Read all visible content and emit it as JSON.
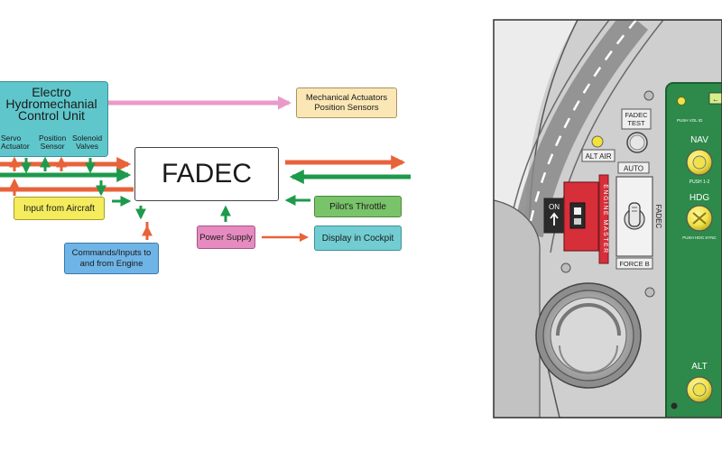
{
  "diagram": {
    "ehcu": {
      "title_line1": "Electro",
      "title_line2": "Hydromechanial",
      "title_line3": "Control Unit",
      "servo_line1": "Servo",
      "servo_line2": "Actuator",
      "position_line1": "Position",
      "position_line2": "Sensor",
      "solenoid_line1": "Solenoid",
      "solenoid_line2": "Valves"
    },
    "mechanical_line1": "Mechanical Actuators",
    "mechanical_line2": "Position Sensors",
    "fadec": "FADEC",
    "input_from_aircraft": "Input from Aircraft",
    "pilots_throttle": "Pilot's Throttle",
    "power_supply": "Power Supply",
    "display_in_cockpit": "Display in Cockpit",
    "commands_line1": "Commands/Inputs to",
    "commands_line2": "and from Engine",
    "colors": {
      "orange": "#e8623a",
      "green": "#1d9a4b",
      "pink": "#e99ac8"
    }
  },
  "panel": {
    "fadec_test_line1": "FADEC",
    "fadec_test_line2": "TEST",
    "alt_air": "ALT AIR",
    "auto": "AUTO",
    "on": "ON",
    "engine_master": "ENGINE MASTER",
    "fadec_vertical": "FADEC",
    "force_b": "FORCE B",
    "nav": "NAV",
    "push_vol_id": "PUSH VOL ID",
    "push_1_2": "PUSH 1-2",
    "hdg": "HDG",
    "push_hdg_sync": "PUSH HDG SYNC",
    "alt": "ALT",
    "colors": {
      "panel_green": "#2d8a4a",
      "knob_yellow": "#f0e24a",
      "red": "#d62f3a",
      "bezel": "#d4d4d4"
    }
  }
}
